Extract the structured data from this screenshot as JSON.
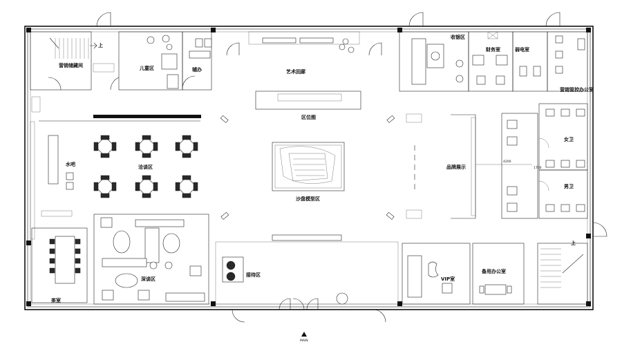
{
  "labels": {
    "sales_storage": "营销储藏间",
    "kids_area": "儿童区",
    "auxiliary": "辅办",
    "art_corridor": "艺术回廊",
    "cashier": "收银区",
    "finance_office": "财务室",
    "weak_electric": "弱电室",
    "sales_control_office": "营销管控办公室",
    "location_map": "区位图",
    "water_bar": "水吧",
    "negotiation": "洽谈区",
    "brand_display": "品牌展示",
    "female_wc": "女卫",
    "male_wc": "男卫",
    "sand_table": "沙盘模型区",
    "deep_talk": "深谈区",
    "reception": "接待区",
    "vip": "VIP室",
    "backup_office": "备用办公室",
    "tea_room": "茶室",
    "up_1": "上",
    "up_2": "上",
    "main_entrance": "MAIN"
  },
  "dimensions": {
    "d1": "4200",
    "d2": "1700"
  },
  "colors": {
    "line": "#111111",
    "background": "#ffffff"
  }
}
